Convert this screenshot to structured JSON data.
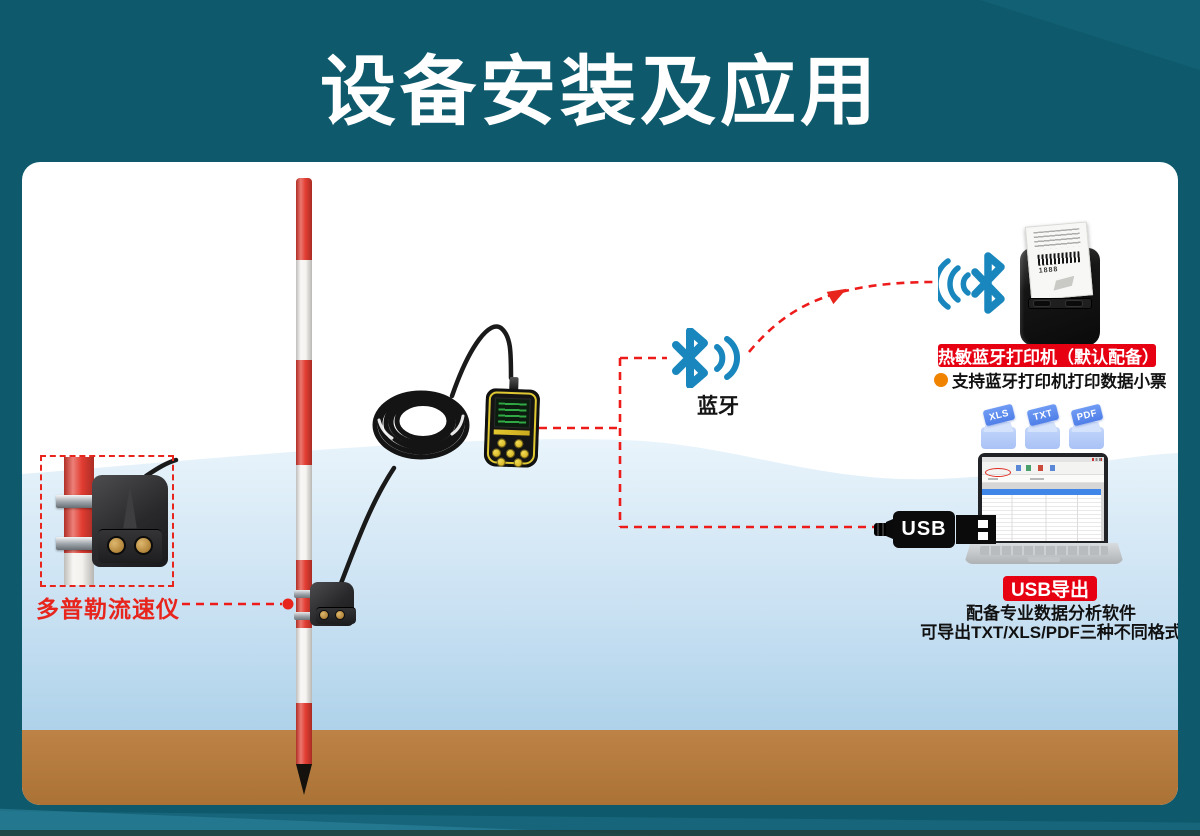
{
  "title": "设备安装及应用",
  "scene": {
    "sensor_label": "多普勒流速仪",
    "bluetooth_label": "蓝牙"
  },
  "printer": {
    "tag": "热敏蓝牙打印机（默认配备）",
    "desc": "支持蓝牙打印机打印数据小票",
    "receipt_code": "1888"
  },
  "export": {
    "formats": [
      "XLS",
      "TXT",
      "PDF"
    ],
    "usb_plug": "USB",
    "tag": "USB导出",
    "desc_line1": "配备专业数据分析软件",
    "desc_line2": "可导出TXT/XLS/PDF三种不同格式"
  },
  "colors": {
    "background_teal": "#0e5a6c",
    "accent_red": "#e8251d",
    "label_red": "#e60012",
    "bluetooth_blue": "#1987bd",
    "water_light": "#e9f4fb",
    "water_deep": "#aed2ea",
    "ground_brown": "#b5793f",
    "bullet_orange": "#f08300",
    "pole_red": "#e23c31"
  }
}
